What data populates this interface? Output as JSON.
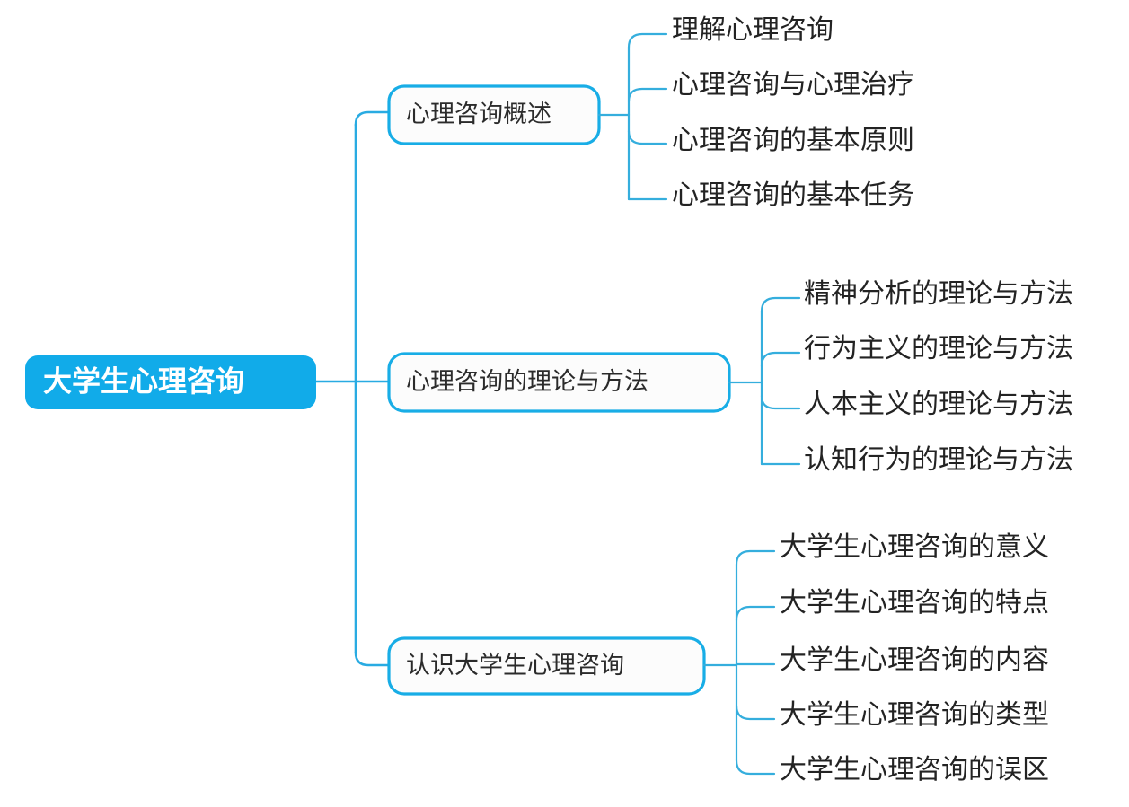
{
  "diagram": {
    "type": "mind-map",
    "title": "大学生心理咨询",
    "colors": {
      "root_fill": "#11ABE9",
      "root_text": "#ffffff",
      "branch_border": "#18ADE6",
      "branch_fill": "#FCFCFC",
      "branch_text": "#2b2b2b",
      "connector": "#29ABE2",
      "leaf_text": "#232323",
      "background": "#ffffff"
    },
    "root": {
      "label": "大学生心理咨询"
    },
    "branches": [
      {
        "label": "心理咨询概述",
        "leaves": [
          {
            "label": "理解心理咨询"
          },
          {
            "label": "心理咨询与心理治疗"
          },
          {
            "label": "心理咨询的基本原则"
          },
          {
            "label": "心理咨询的基本任务"
          }
        ]
      },
      {
        "label": "心理咨询的理论与方法",
        "leaves": [
          {
            "label": "精神分析的理论与方法"
          },
          {
            "label": "行为主义的理论与方法"
          },
          {
            "label": "人本主义的理论与方法"
          },
          {
            "label": "认知行为的理论与方法"
          }
        ]
      },
      {
        "label": "认识大学生心理咨询",
        "leaves": [
          {
            "label": "大学生心理咨询的意义"
          },
          {
            "label": "大学生心理咨询的特点"
          },
          {
            "label": "大学生心理咨询的内容"
          },
          {
            "label": "大学生心理咨询的类型"
          },
          {
            "label": "大学生心理咨询的误区"
          }
        ]
      }
    ]
  }
}
